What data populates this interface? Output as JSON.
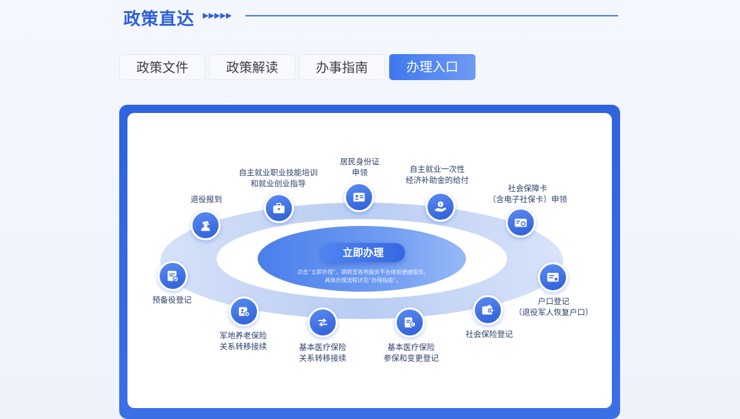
{
  "header": {
    "title": "政策直达",
    "arrows": "▶▶▶▶▶"
  },
  "tabs": [
    {
      "label": "政策文件",
      "active": false
    },
    {
      "label": "政策解读",
      "active": false
    },
    {
      "label": "办事指南",
      "active": false
    },
    {
      "label": "办理入口",
      "active": true
    }
  ],
  "center": {
    "button_label": "立即办理",
    "desc_line1": "点击“立即办理”，跳转至各地服务平台体验便捷服务。",
    "desc_line2": "具体办理流程详见“办理指南”。"
  },
  "services": {
    "tuiyi": {
      "line1": "退役报到",
      "icon": "soldier-salute-icon"
    },
    "jiuye": {
      "line1": "自主就业职业技能培训",
      "line2": "和就业创业指导",
      "icon": "briefcase-icon"
    },
    "shenfen": {
      "line1": "居民身份证",
      "line2": "申领",
      "icon": "id-card-icon"
    },
    "buzhu": {
      "line1": "自主就业一次性",
      "line2": "经济补助金的给付",
      "icon": "hand-coin-icon"
    },
    "shebaoka": {
      "line1": "社会保障卡",
      "line2": "（含电子社保卡）申领",
      "icon": "social-security-card-icon"
    },
    "yubei": {
      "line1": "预备役登记",
      "icon": "reserve-register-icon"
    },
    "hukou": {
      "line1": "户口登记",
      "line2": "（退役军人恢复户口）",
      "icon": "household-register-icon"
    },
    "yanglao": {
      "line1": "军地养老保险",
      "line2": "关系转移接续",
      "icon": "pension-transfer-icon"
    },
    "yiliao_zhuanyi": {
      "line1": "基本医疗保险",
      "line2": "关系转移接续",
      "icon": "transfer-arrows-icon"
    },
    "yiliao_canbao": {
      "line1": "基本医疗保险",
      "line2": "参保和变更登记",
      "icon": "insurance-document-icon"
    },
    "shebao_dengji": {
      "line1": "社会保险登记",
      "icon": "insurance-wallet-icon"
    }
  },
  "colors": {
    "primary": "#2f5fd8",
    "panel_border": "#2f63df",
    "ring": "#cfdcf7"
  }
}
